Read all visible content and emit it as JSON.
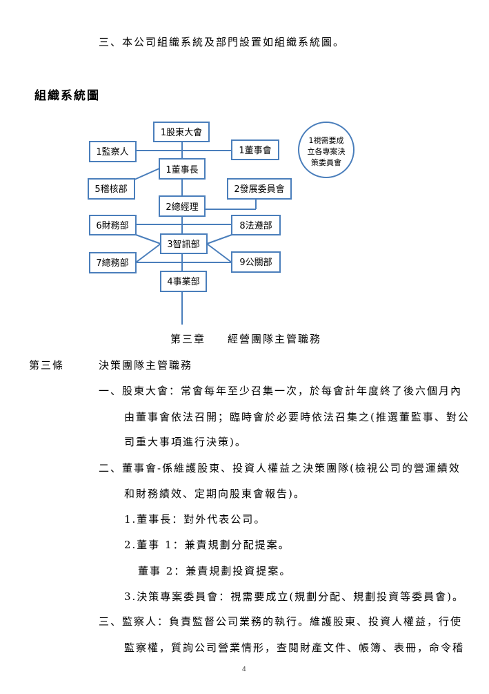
{
  "intro_line": "三、本公司組織系統及部門設置如組織系統圖。",
  "chart_title": "組織系統圖",
  "org_chart": {
    "shareholders": "1股東大會",
    "supervisor": "1監察人",
    "board": "1董事會",
    "chairman": "1董事長",
    "committee_line1": "1視需要成",
    "committee_line2": "立各專案決",
    "committee_line3": "策委員會",
    "audit": "5稽核部",
    "development": "2發展委員會",
    "gm": "2總經理",
    "finance": "6財務部",
    "legal": "8法遵部",
    "it": "3智訊部",
    "general_affairs": "7總務部",
    "pr": "9公關部",
    "business": "4事業部"
  },
  "chapter": {
    "number": "第三章",
    "title": "經營團隊主管職務"
  },
  "article": {
    "label": "第三條",
    "title": "決策團隊主管職務"
  },
  "body": {
    "l1": "一、股東大會：常會每年至少召集一次，於每會計年度終了後六個月內",
    "l2": "由董事會依法召開；臨時會於必要時依法召集之(推選董監事、對公",
    "l3": "司重大事項進行決策)。",
    "l4": "二、董事會-係維護股東、投資人權益之決策團隊(檢視公司的營運績效",
    "l5": "和財務績效、定期向股東會報告)。",
    "l6": "1.董事長：對外代表公司。",
    "l7": "2.董事 1：兼責規劃分配提案。",
    "l8": "董事 2：兼責規劃投資提案。",
    "l9": "3.決策專案委員會：視需要成立(規劃分配、規劃投資等委員會)。",
    "l10": "三、監察人：負責監督公司業務的執行。維護股東、投資人權益，行使",
    "l11": "監察權，質詢公司營業情形，查閱財產文件、帳簿、表冊，命令稽"
  },
  "page_number": "4",
  "colors": {
    "box_border": "#4a7ebb",
    "line": "#4a7ebb",
    "text": "#000000"
  }
}
